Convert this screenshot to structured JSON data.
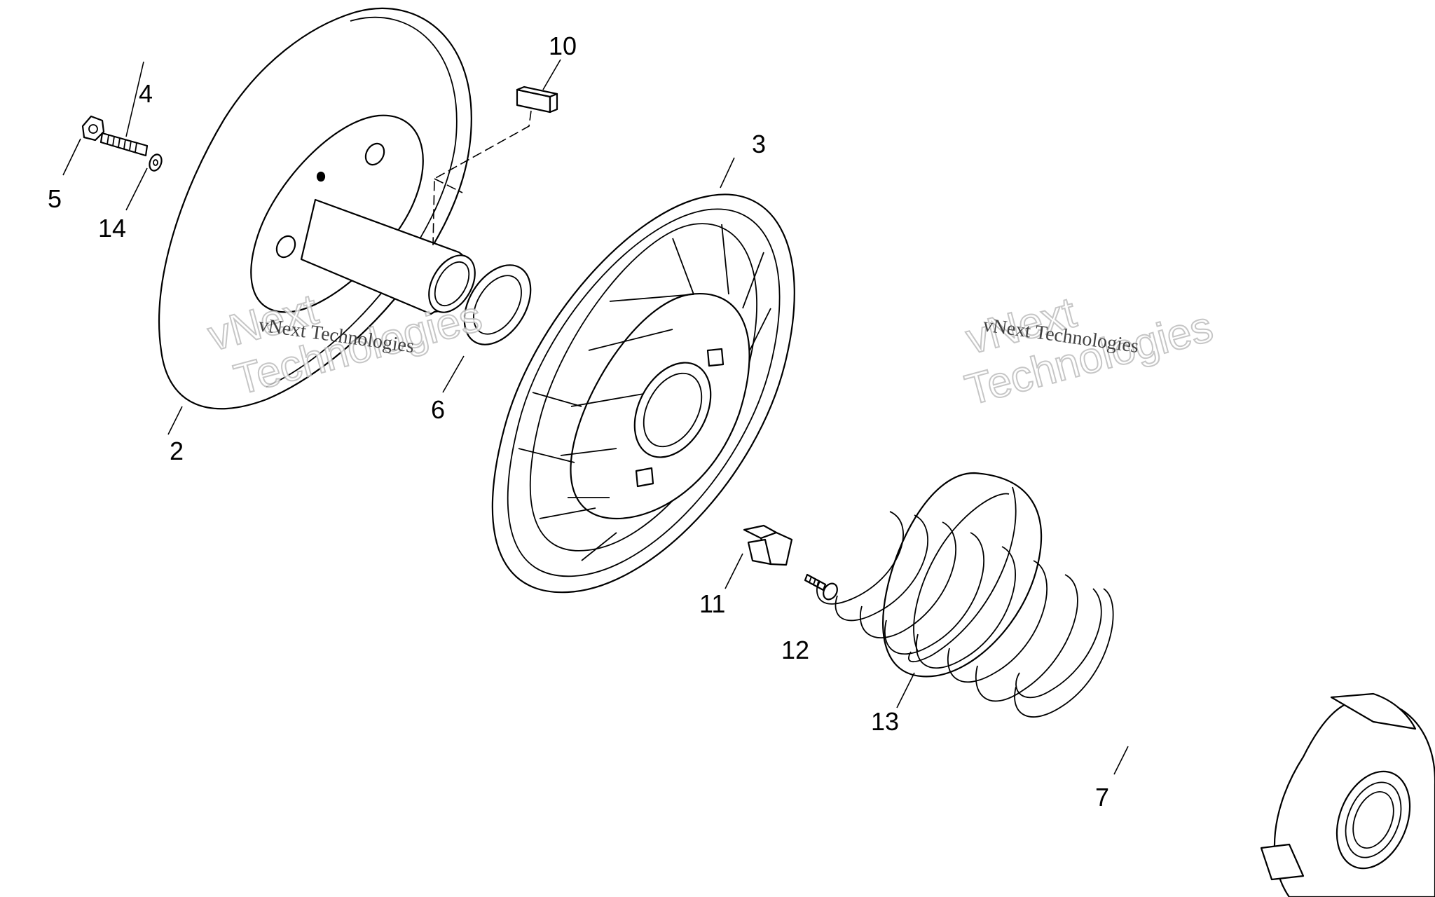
{
  "callouts": {
    "c2": "2",
    "c3": "3",
    "c4": "4",
    "c5": "5",
    "c6": "6",
    "c7": "7",
    "c10": "10",
    "c11": "11",
    "c12": "12",
    "c13": "13",
    "c14": "14"
  },
  "watermark": {
    "brand_small": "vNext Technologies",
    "brand_big_line1": "vNext",
    "brand_big_line2": "Technologies"
  }
}
